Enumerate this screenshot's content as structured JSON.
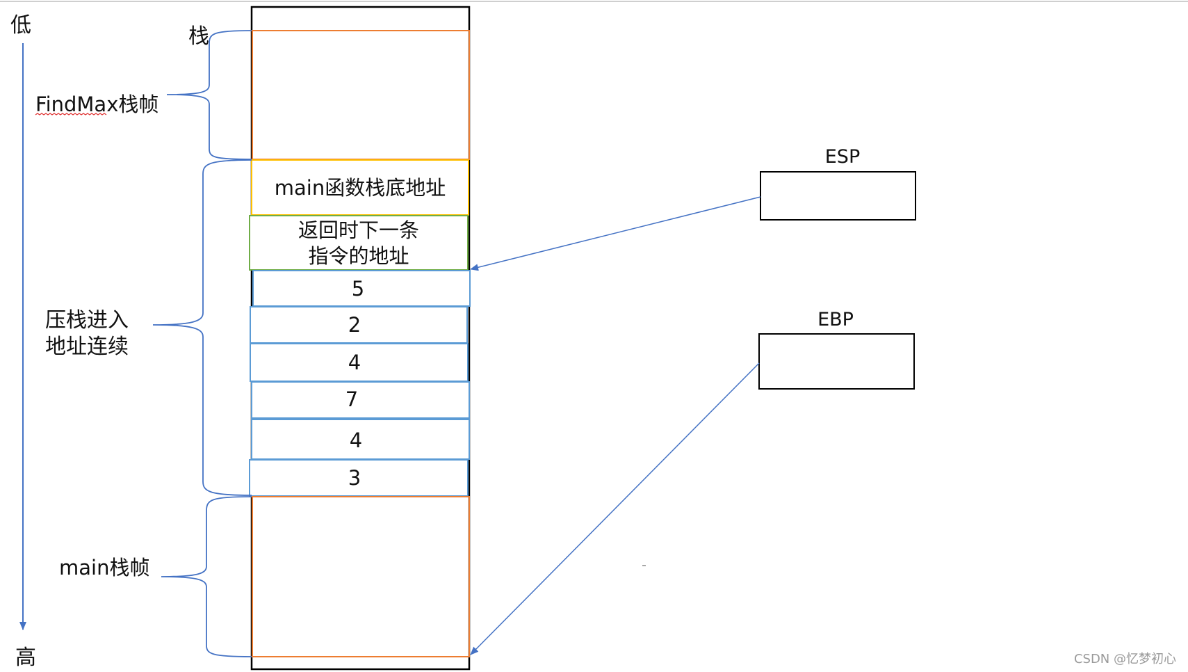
{
  "axis": {
    "low_label": "低",
    "high_label": "高"
  },
  "stack_label": "栈",
  "frames": {
    "findmax_label": "FindMax栈帧",
    "pushed_label_line1": "压栈进入",
    "pushed_label_line2": "地址连续",
    "main_label": "main栈帧"
  },
  "cells": {
    "main_base": "main函数栈底地址",
    "return_addr_line1": "返回时下一条",
    "return_addr_line2": "指令的地址",
    "values": [
      "5",
      "2",
      "4",
      "7",
      "4",
      "3"
    ]
  },
  "registers": {
    "esp": "ESP",
    "ebp": "EBP"
  },
  "watermark": "CSDN @忆梦初心",
  "colors": {
    "orange": "#ED7D31",
    "yellow": "#FFC000",
    "green": "#70AD47",
    "blue": "#5B9BD5",
    "arrow": "#4472C4",
    "black": "#000000"
  }
}
